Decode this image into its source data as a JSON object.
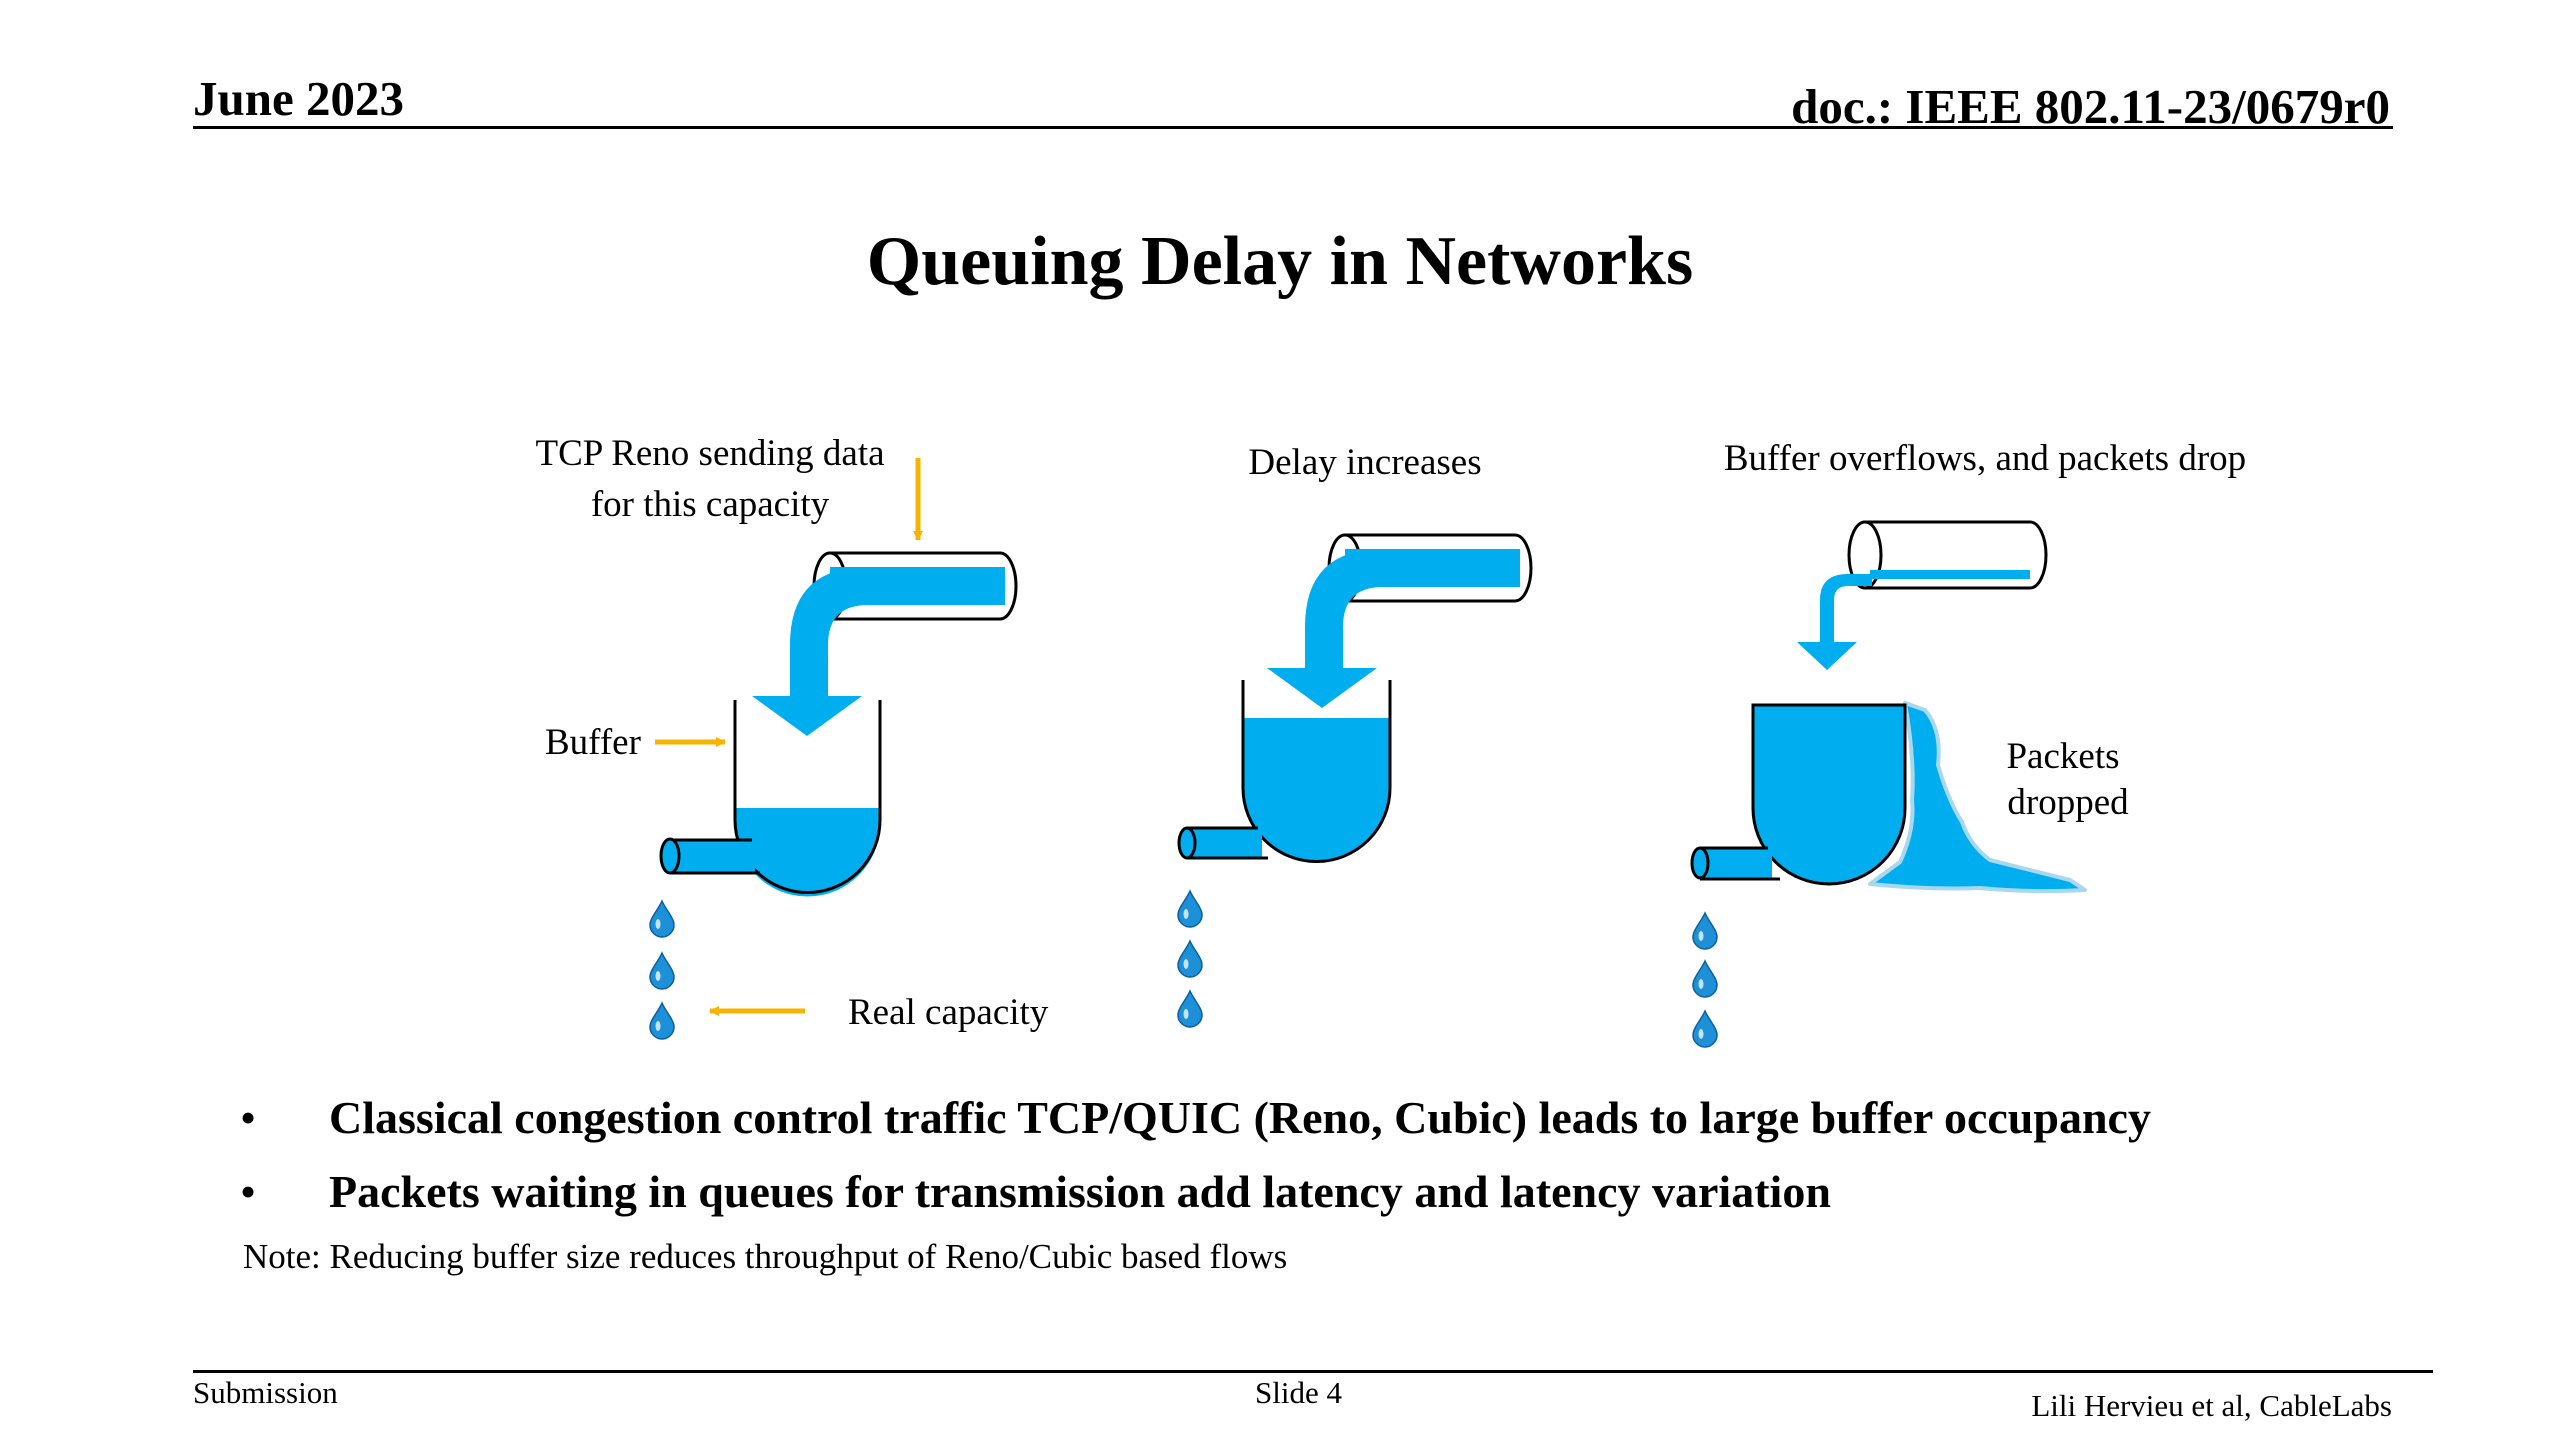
{
  "header": {
    "date": "June 2023",
    "doc_id": "doc.: IEEE 802.11-23/0679r0"
  },
  "slide": {
    "title": "Queuing Delay in Networks"
  },
  "diagram": {
    "panel1": {
      "label_line1": "TCP Reno sending data",
      "label_line2": "for this capacity",
      "buffer_label": "Buffer",
      "capacity_label": "Real capacity"
    },
    "panel2": {
      "label": "Delay increases"
    },
    "panel3": {
      "label": "Buffer overflows, and packets drop",
      "dropped_line1": "Packets",
      "dropped_line2": "dropped"
    },
    "colors": {
      "water": "#00AEEF",
      "arrow": "#F5B400",
      "outline": "#000000"
    },
    "icons": [
      "pipe-icon",
      "flow-arrow-icon",
      "bucket-icon",
      "water-drop-icon",
      "pointer-arrow-icon"
    ]
  },
  "bullets": [
    "Classical congestion control traffic TCP/QUIC (Reno, Cubic) leads to large buffer occupancy",
    "Packets waiting in queues for transmission add latency and latency variation"
  ],
  "note": "Note: Reducing buffer size reduces throughput of Reno/Cubic based flows",
  "footer": {
    "left": "Submission",
    "center": "Slide 4",
    "right": "Lili Hervieu et al, CableLabs"
  }
}
